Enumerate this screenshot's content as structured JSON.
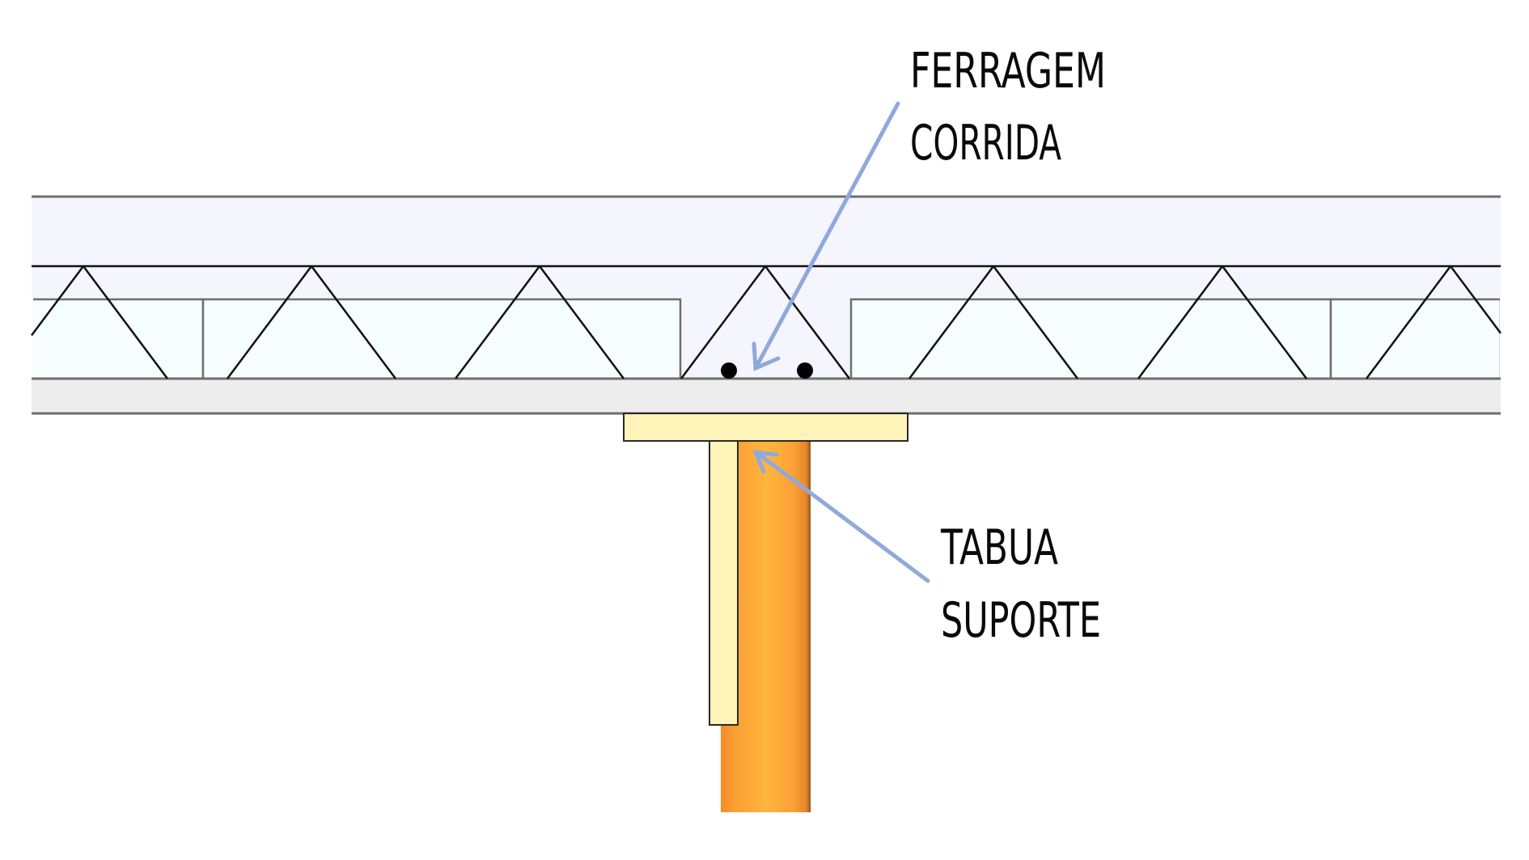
{
  "labels": {
    "rebar": [
      "FERRAGEM",
      "CORRIDA"
    ],
    "board": [
      "TABUA",
      "SUPORTE"
    ]
  },
  "colors": {
    "slab_top": "#f4f5fd",
    "block": "#f5fdfe",
    "slab_bottom": "#ededed",
    "board": "#fef3b9",
    "post": "#ffb13b",
    "post_dark": "#f7902a",
    "arrow": "#8fa9dc",
    "outline": "#6e6e6e",
    "truss": "#111111"
  }
}
